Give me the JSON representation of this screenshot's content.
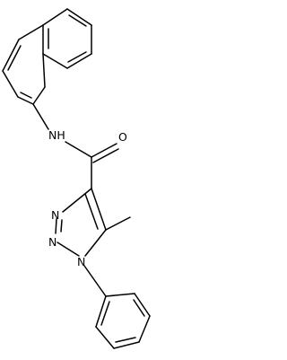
{
  "structure": {
    "atoms": {
      "nh": "NH",
      "o": "O",
      "n1": "N",
      "n2": "N",
      "n3": "N"
    }
  }
}
